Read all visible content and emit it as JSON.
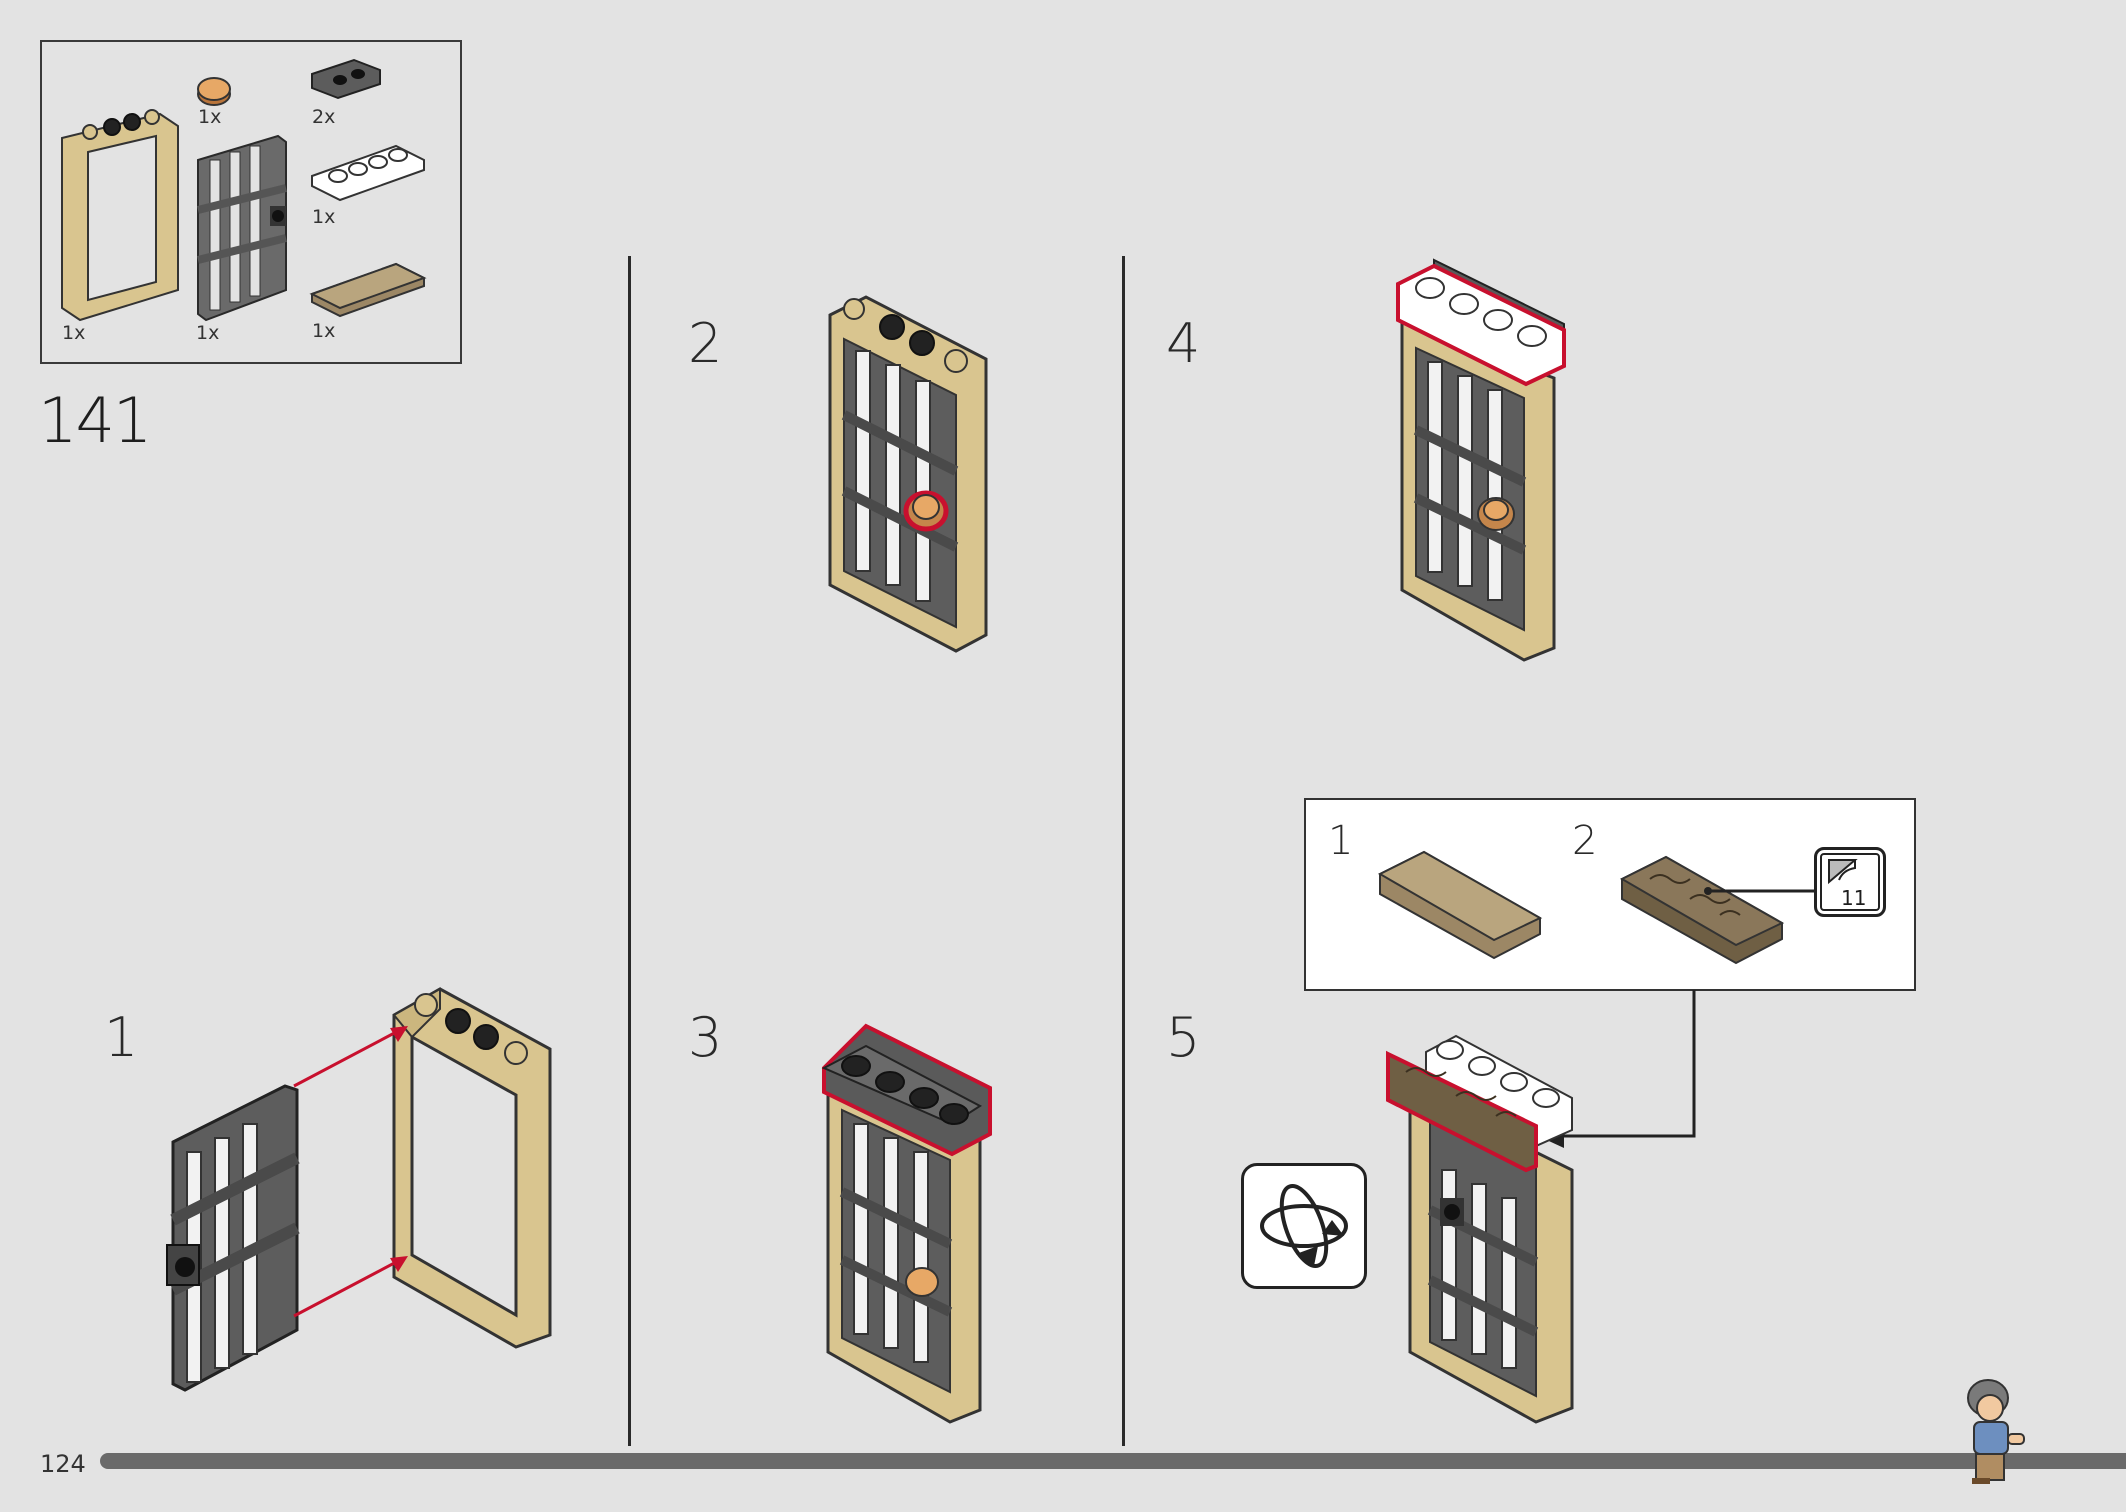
{
  "page": {
    "number": "124",
    "step_number": "141"
  },
  "parts_list": {
    "items": [
      {
        "name": "tan-door-frame",
        "qty": "1x"
      },
      {
        "name": "dark-gray-bar-door",
        "qty": "1x"
      },
      {
        "name": "round-tile-orange",
        "qty": "1x"
      },
      {
        "name": "bracket-dark-gray",
        "qty": "2x"
      },
      {
        "name": "white-plate-1x4",
        "qty": "1x"
      },
      {
        "name": "dark-tan-tile-1x4",
        "qty": "1x"
      }
    ]
  },
  "steps": [
    {
      "label": "1"
    },
    {
      "label": "2"
    },
    {
      "label": "3"
    },
    {
      "label": "4"
    },
    {
      "label": "5"
    }
  ],
  "sub_steps": [
    {
      "label": "1"
    },
    {
      "label": "2"
    }
  ],
  "sticker": {
    "number": "11"
  },
  "icons": [
    "rotate-model-icon",
    "sticker-icon",
    "minifigure-progress-icon"
  ],
  "colors": {
    "background": "#e3e3e3",
    "tan": "#d9c58f",
    "dark_gray": "#5b5b5b",
    "highlight_red": "#c8102e",
    "progress_bar": "#6a6a6a"
  }
}
